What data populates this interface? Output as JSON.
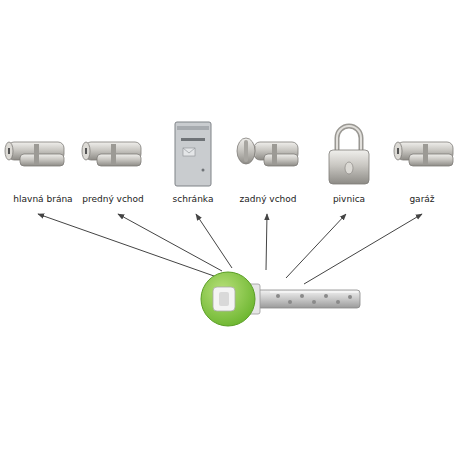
{
  "diagram": {
    "nodes": [
      {
        "text": [
          "hlavná brána"
        ]
      },
      {
        "text": [
          "predný vchod"
        ]
      },
      {
        "text": [
          "schránka"
        ]
      },
      {
        "text": [
          "zadný vchod"
        ]
      },
      {
        "text": [
          "pivnica"
        ]
      },
      {
        "text": [
          "garáž"
        ]
      }
    ]
  }
}
